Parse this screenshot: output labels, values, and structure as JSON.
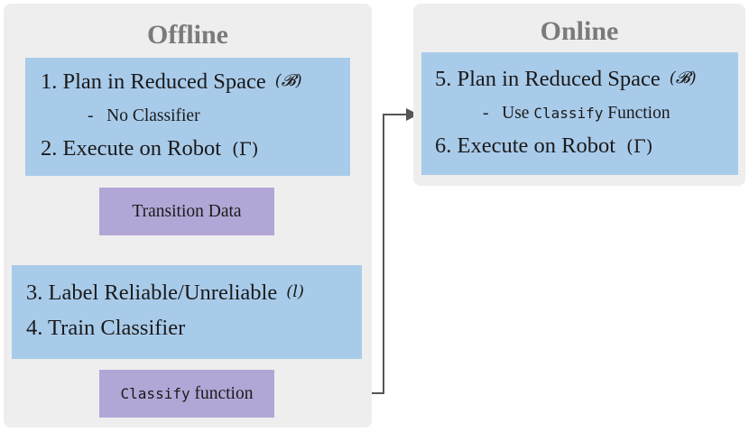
{
  "offline": {
    "title": "Offline",
    "box1": {
      "step1": "1. Plan in Reduced Space",
      "step1_symbol": "𝓑",
      "step1_sub": "-   No Classifier",
      "step2": "2. Execute on Robot",
      "step2_symbol": "(Γ)"
    },
    "transition_label": "Transition Data",
    "box2": {
      "step3": "3. Label Reliable/Unreliable",
      "step3_symbol": "(l)",
      "step4": "4. Train Classifier"
    },
    "classify_code": "Classify",
    "classify_word": " function"
  },
  "online": {
    "title": "Online",
    "step5": "5. Plan in Reduced Space",
    "step5_symbol": "(𝓑)",
    "step5_sub_prefix": "-   Use ",
    "step5_sub_code": "Classify",
    "step5_sub_suffix": " Function",
    "step6": "6. Execute on Robot",
    "step6_symbol": "(Γ)"
  },
  "colors": {
    "panel": "#eeeeee",
    "step_box": "#a9cbea",
    "tag_box": "#b2a6d6",
    "title": "#7a7a7a",
    "connector": "#555555"
  }
}
